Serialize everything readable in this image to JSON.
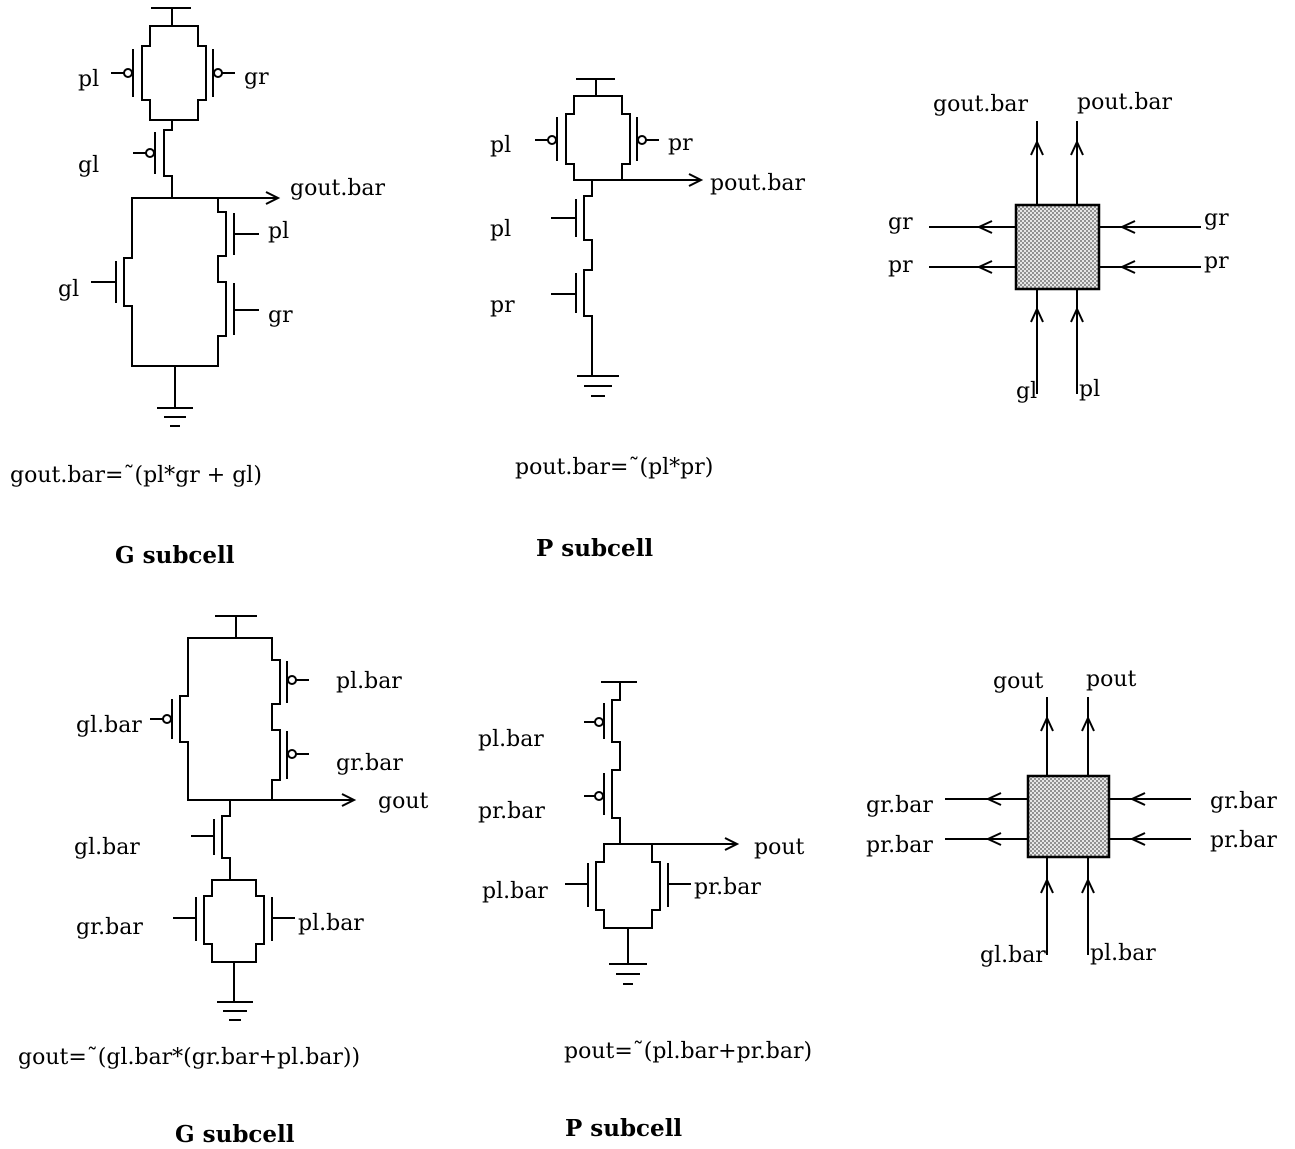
{
  "top": {
    "g": {
      "title": "G subcell",
      "equation": "gout.bar=˜(pl*gr + gl)",
      "labels": {
        "pl": "pl",
        "gr": "gr",
        "gl_series": "gl",
        "out": "gout.bar",
        "pl_n": "pl",
        "gl_n": "gl",
        "gr_n": "gr"
      }
    },
    "p": {
      "title": "P subcell",
      "equation": "pout.bar=˜(pl*pr)",
      "labels": {
        "pl": "pl",
        "pr": "pr",
        "out": "pout.bar",
        "pl_n": "pl",
        "pr_n": "pr"
      }
    },
    "block": {
      "top_left": "gout.bar",
      "top_right": "pout.bar",
      "left_1": "gr",
      "left_2": "pr",
      "right_1": "gr",
      "right_2": "pr",
      "bottom_left": "gl",
      "bottom_right": "pl"
    }
  },
  "bottom": {
    "g": {
      "title": "G subcell",
      "equation": "gout=˜(gl.bar*(gr.bar+pl.bar))",
      "labels": {
        "glbar": "gl.bar",
        "plbar": "pl.bar",
        "grbar": "gr.bar",
        "out": "gout",
        "glbar_n": "gl.bar",
        "grbar_n": "gr.bar",
        "plbar_n": "pl.bar"
      }
    },
    "p": {
      "title": "P subcell",
      "equation": "pout=˜(pl.bar+pr.bar)",
      "labels": {
        "plbar": "pl.bar",
        "prbar": "pr.bar",
        "out": "pout",
        "plbar_n": "pl.bar",
        "prbar_n": "pr.bar"
      }
    },
    "block": {
      "top_left": "gout",
      "top_right": "pout",
      "left_1": "gr.bar",
      "left_2": "pr.bar",
      "right_1": "gr.bar",
      "right_2": "pr.bar",
      "bottom_left": "gl.bar",
      "bottom_right": "pl.bar"
    }
  }
}
